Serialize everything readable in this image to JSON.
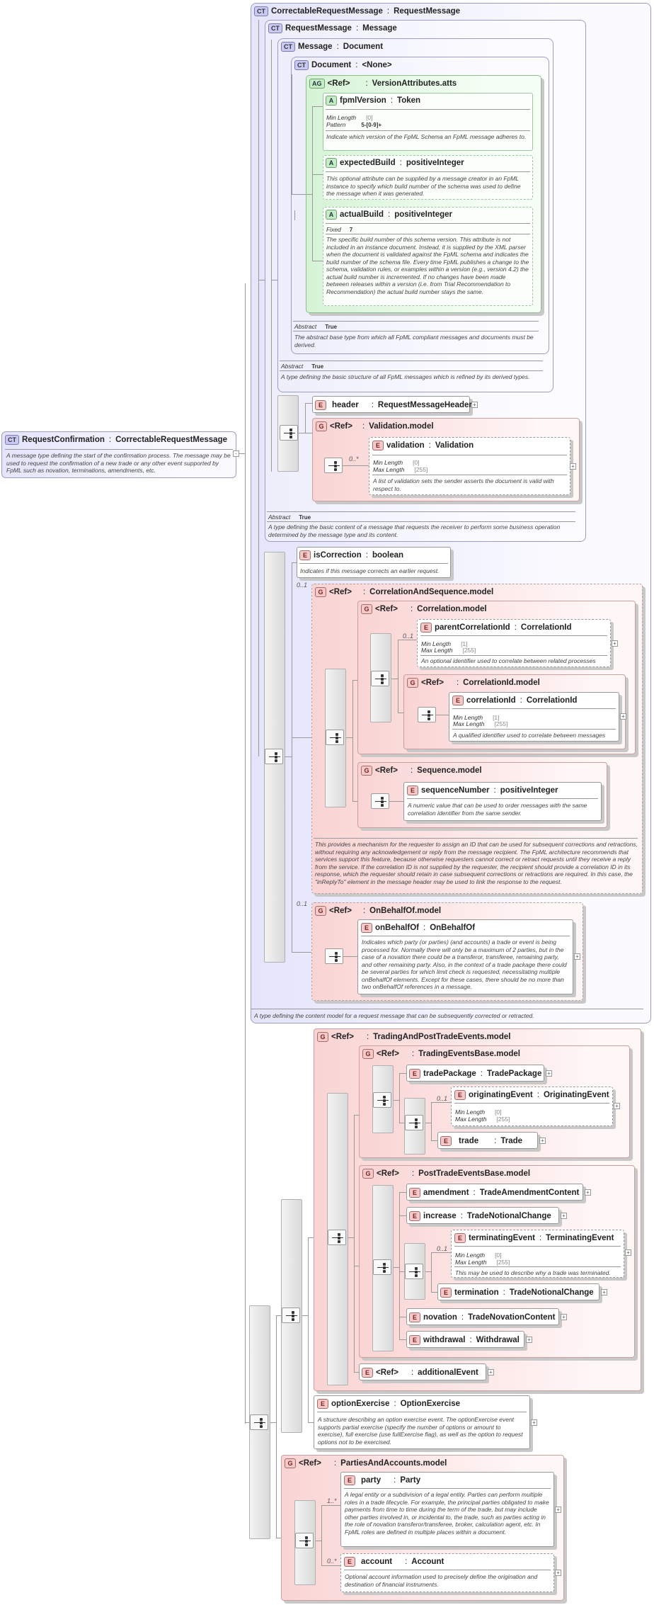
{
  "root": {
    "tag": "CT",
    "name": "RequestConfirmation",
    "type": "CorrectableRequestMessage",
    "doc": "A message type defining the start of the confirmation process. The message may be used to request the confirmation of a new trade or any other event supported by FpML such as novation, terminations, amendments, etc."
  },
  "correctable": {
    "tag": "CT",
    "name": "CorrectableRequestMessage",
    "type": "RequestMessage",
    "doc": "A type defining the content model for a request message that can be subsequently corrected or retracted."
  },
  "requestMessage": {
    "tag": "CT",
    "name": "RequestMessage",
    "type": "Message",
    "abstract_label": "Abstract",
    "abstract_value": "True",
    "doc": "A type defining the basic content of a message that requests the receiver to perform some business operation determined by the message type and its content."
  },
  "message": {
    "tag": "CT",
    "name": "Message",
    "type": "Document",
    "abstract_label": "Abstract",
    "abstract_value": "True",
    "doc": "A type defining the basic structure of all FpML messages which is refined by its derived types."
  },
  "document": {
    "tag": "CT",
    "name": "Document",
    "type": "<None>",
    "abstract_label": "Abstract",
    "abstract_value": "True",
    "doc": "The abstract base type from which all FpML compliant messages and documents must be derived."
  },
  "versionAtts": {
    "tag": "AG",
    "ref": "<Ref>",
    "name": "VersionAttributes.atts"
  },
  "fpmlVersion": {
    "tag": "A",
    "name": "fpmlVersion",
    "type": "Token",
    "f1_label": "Min Length",
    "f1_value": "[0]",
    "f2_label": "Pattern",
    "f2_value": "5-[0-9]+",
    "doc": "Indicate which version of the FpML Schema an FpML message adheres to."
  },
  "expectedBuild": {
    "tag": "A",
    "name": "expectedBuild",
    "type": "positiveInteger",
    "doc": "This optional attribute can be supplied by a message creator in an FpML instance to specify which build number of the schema was used to define the message when it was generated."
  },
  "actualBuild": {
    "tag": "A",
    "name": "actualBuild",
    "type": "positiveInteger",
    "f1_label": "Fixed",
    "f1_value": "7",
    "doc": "The specific build number of this schema version. This attribute is not included in an instance document. Instead, it is supplied by the XML parser when the document is validated against the FpML schema and indicates the build number of the schema file. Every time FpML publishes a change to the schema, validation rules, or examples within a version (e.g., version 4.2) the actual build number is incremented. If no changes have been made between releases within a version (i.e. from Trial Recommendation to Recommendation) the actual build number stays the same."
  },
  "header": {
    "tag": "E",
    "name": "header",
    "type": "RequestMessageHeader"
  },
  "validationModel": {
    "tag": "G",
    "ref": "<Ref>",
    "name": "Validation.model",
    "card": "0..*"
  },
  "validation": {
    "tag": "E",
    "name": "validation",
    "type": "Validation",
    "f1_label": "Min Length",
    "f1_value": "[0]",
    "f2_label": "Max Length",
    "f2_value": "[255]",
    "doc": "A list of validation sets the sender asserts the document is valid with respect to."
  },
  "isCorrection": {
    "tag": "E",
    "name": "isCorrection",
    "type": "boolean",
    "doc": "Indicates if this message corrects an earlier request."
  },
  "corrSeq": {
    "tag": "G",
    "ref": "<Ref>",
    "name": "CorrelationAndSequence.model",
    "card": "0..1",
    "doc": "This provides a mechanism for the requester to assign an ID that can be used for subsequent corrections and retractions, without requiring any acknowledgement or reply from the message recipient. The FpML architecture recommends that services support this feature, because otherwise requesters cannot correct or retract requests until they receive a reply from the service. If the correlation ID is not supplied by the requester, the recipient should provide a correlation ID in its response, which the requester should retain in case subsequent corrections or retractions are required. In this case, the \"inReplyTo\" element in the message header may be used to link the response to the request."
  },
  "correlationModel": {
    "tag": "G",
    "ref": "<Ref>",
    "name": "Correlation.model"
  },
  "parentCorrelationId": {
    "tag": "E",
    "name": "parentCorrelationId",
    "type": "CorrelationId",
    "card": "0..1",
    "f1_label": "Min Length",
    "f1_value": "[1]",
    "f2_label": "Max Length",
    "f2_value": "[255]",
    "doc": "An optional identifier used to correlate between related processes"
  },
  "correlationIdModel": {
    "tag": "G",
    "ref": "<Ref>",
    "name": "CorrelationId.model"
  },
  "correlationId": {
    "tag": "E",
    "name": "correlationId",
    "type": "CorrelationId",
    "f1_label": "Min Length",
    "f1_value": "[1]",
    "f2_label": "Max Length",
    "f2_value": "[255]",
    "doc": "A qualified identifier used to correlate between messages"
  },
  "sequenceModel": {
    "tag": "G",
    "ref": "<Ref>",
    "name": "Sequence.model"
  },
  "sequenceNumber": {
    "tag": "E",
    "name": "sequenceNumber",
    "type": "positiveInteger",
    "doc": "A numeric value that can be used to order messages with the same correlation identifier from the same sender."
  },
  "onBehalfOfModel": {
    "tag": "G",
    "ref": "<Ref>",
    "name": "OnBehalfOf.model",
    "card": "0..1"
  },
  "onBehalfOf": {
    "tag": "E",
    "name": "onBehalfOf",
    "type": "OnBehalfOf",
    "doc": "Indicates which party (or parties) (and accounts) a trade or event is being processed for. Normally there will only be a maximum of 2 parties, but in the case of a novation there could be a transferor, transferee, remaining party, and other remaining party. Also, in the context of a trade package there could be several parties for which limit check is requested, necessitating multiple onBehalfOf elements. Except for these cases, there should be no more than two onBehalfOf references in a message."
  },
  "tradingPost": {
    "tag": "G",
    "ref": "<Ref>",
    "name": "TradingAndPostTradeEvents.model"
  },
  "tradingEventsBase": {
    "tag": "G",
    "ref": "<Ref>",
    "name": "TradingEventsBase.model"
  },
  "tradePackage": {
    "tag": "E",
    "name": "tradePackage",
    "type": "TradePackage"
  },
  "originatingEvent": {
    "tag": "E",
    "name": "originatingEvent",
    "type": "OriginatingEvent",
    "card": "0..1",
    "f1_label": "Min Length",
    "f1_value": "[0]",
    "f2_label": "Max Length",
    "f2_value": "[255]"
  },
  "trade": {
    "tag": "E",
    "name": "trade",
    "type": "Trade"
  },
  "postTradeEventsBase": {
    "tag": "G",
    "ref": "<Ref>",
    "name": "PostTradeEventsBase.model"
  },
  "amendment": {
    "tag": "E",
    "name": "amendment",
    "type": "TradeAmendmentContent"
  },
  "increase": {
    "tag": "E",
    "name": "increase",
    "type": "TradeNotionalChange"
  },
  "terminatingEvent": {
    "tag": "E",
    "name": "terminatingEvent",
    "type": "TerminatingEvent",
    "card": "0..1",
    "f1_label": "Min Length",
    "f1_value": "[0]",
    "f2_label": "Max Length",
    "f2_value": "[255]",
    "doc": "This may be used to describe why a trade was terminated."
  },
  "termination": {
    "tag": "E",
    "name": "termination",
    "type": "TradeNotionalChange"
  },
  "novation": {
    "tag": "E",
    "name": "novation",
    "type": "TradeNovationContent"
  },
  "withdrawal": {
    "tag": "E",
    "name": "withdrawal",
    "type": "Withdrawal"
  },
  "additionalEvent": {
    "tag": "E",
    "ref": "<Ref>",
    "name": "additionalEvent"
  },
  "optionExercise": {
    "tag": "E",
    "name": "optionExercise",
    "type": "OptionExercise",
    "doc": "A structure describing an option exercise event. The optionExercise event supports partial exercise (specify the number of options or amount to exercise), full exercise (use fullExercise flag), as well as the option to request options not to be exercised."
  },
  "partiesAccounts": {
    "tag": "G",
    "ref": "<Ref>",
    "name": "PartiesAndAccounts.model"
  },
  "party": {
    "tag": "E",
    "name": "party",
    "type": "Party",
    "card": "1..*",
    "doc": "A legal entity or a subdivision of a legal entity. Parties can perform multiple roles in a trade lifecycle. For example, the principal parties obligated to make payments from time to time during the term of the trade, but may include other parties involved in, or incidental to, the trade, such as parties acting in the role of novation transferor/transferee, broker, calculation agent, etc. In FpML roles are defined in multiple places within a document."
  },
  "account": {
    "tag": "E",
    "name": "account",
    "type": "Account",
    "card": "0..*",
    "doc": "Optional account information used to precisely define the origination and destination of financial instruments."
  },
  "sep": ":"
}
